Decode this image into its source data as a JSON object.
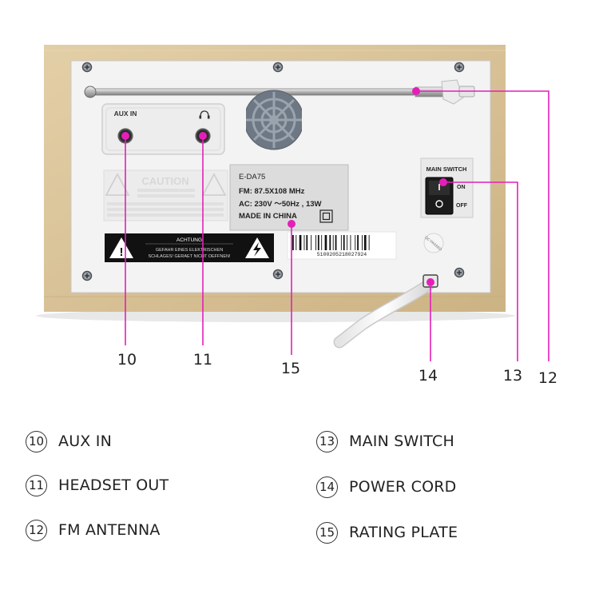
{
  "device": {
    "aux_label": "AUX IN",
    "headphone_symbol": "headphone-icon",
    "caution_label": "CAUTION",
    "achtung_label": "ACHTUNG",
    "achtung_text_1": "GEFAHR EINES ELEKTRISCHEN",
    "achtung_text_2": "SCHLAGES! GERAET NICHT OEFFNEN!",
    "rating_plate": {
      "model": "E-DA75",
      "fm": "FM: 87.5X108 MHz",
      "ac": "AC: 230V ～50Hz , 13W",
      "origin": "MADE IN CHINA"
    },
    "barcode_number": "5100205218027924",
    "main_switch_label": "MAIN SWITCH",
    "switch_on": "ON",
    "switch_off": "OFF",
    "qc_sticker": "QC PASSED"
  },
  "callouts": {
    "n10": "10",
    "n11": "11",
    "n12": "12",
    "n13": "13",
    "n14": "14",
    "n15": "15"
  },
  "legend": [
    {
      "num": "10",
      "label": "AUX IN"
    },
    {
      "num": "11",
      "label": "HEADSET OUT"
    },
    {
      "num": "12",
      "label": "FM ANTENNA"
    },
    {
      "num": "13",
      "label": "MAIN SWITCH"
    },
    {
      "num": "14",
      "label": "POWER CORD"
    },
    {
      "num": "15",
      "label": "RATING PLATE"
    }
  ],
  "colors": {
    "wood": "#dcc69c",
    "panel": "#f4f4f4",
    "leader": "#e41fb9"
  }
}
